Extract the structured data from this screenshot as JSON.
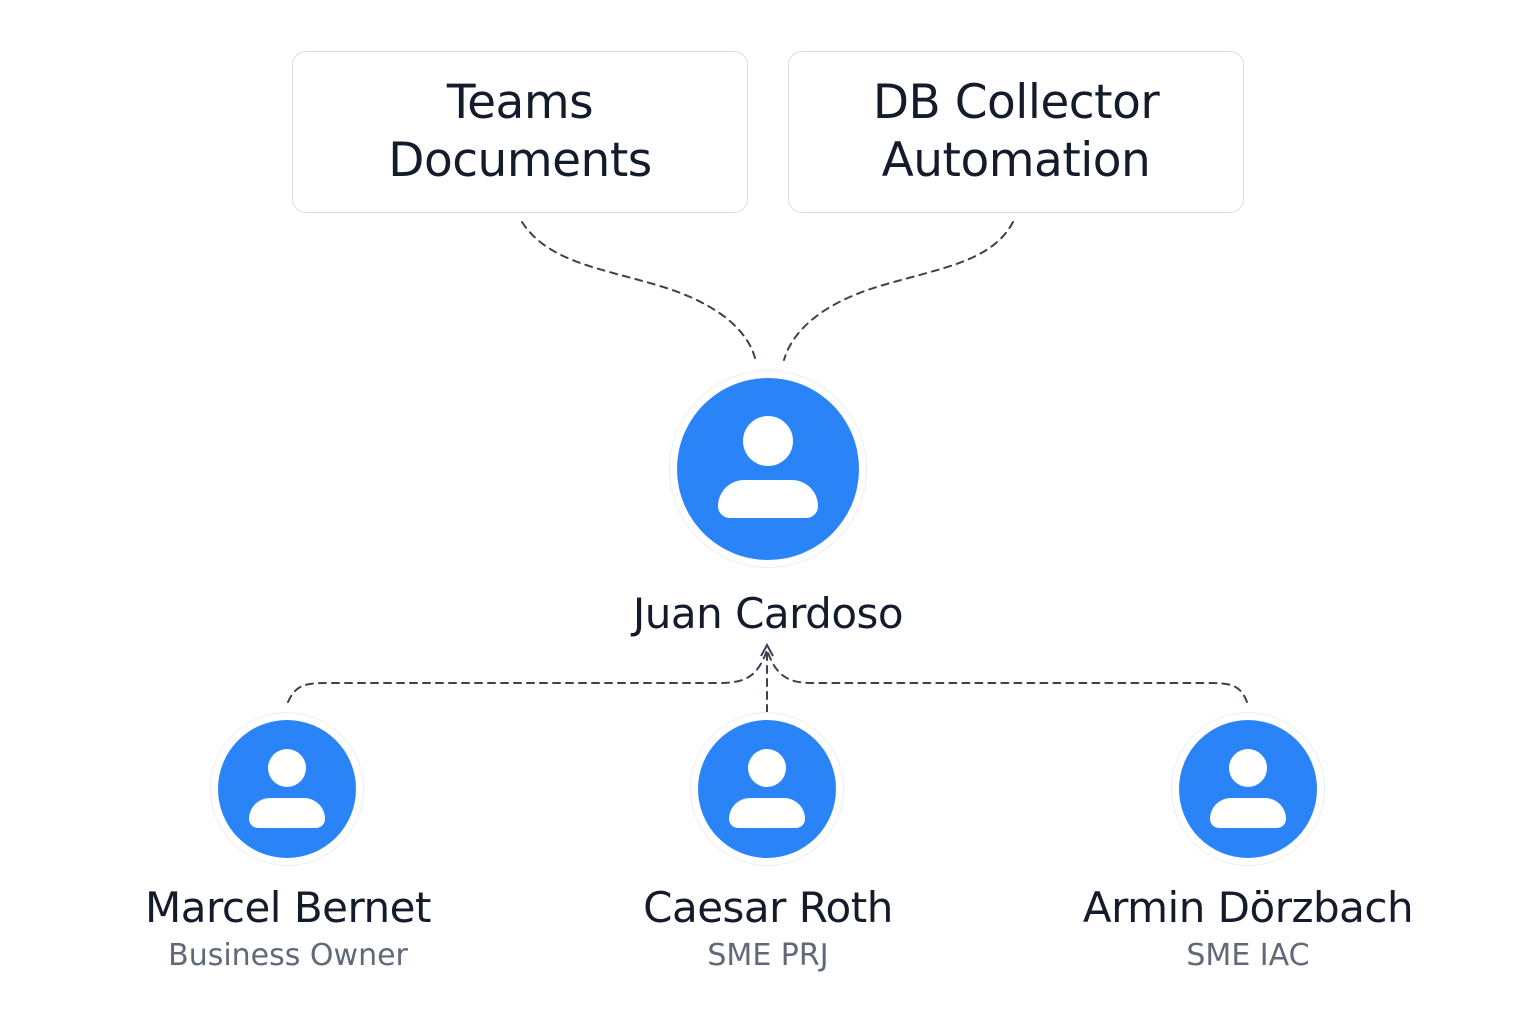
{
  "colors": {
    "avatar_fill": "#2b84f7",
    "connector": "#3a4150",
    "text": "#141c2b",
    "subtext": "#5f6978"
  },
  "boxes": [
    {
      "lines": [
        "Teams",
        "Documents"
      ]
    },
    {
      "lines": [
        "DB Collector",
        "Automation"
      ]
    }
  ],
  "root": {
    "name": "Juan Cardoso",
    "icon": "person-icon"
  },
  "members": [
    {
      "name": "Marcel Bernet",
      "role": "Business Owner",
      "icon": "person-icon"
    },
    {
      "name": "Caesar Roth",
      "role": "SME PRJ",
      "icon": "person-icon"
    },
    {
      "name": "Armin Dörzbach",
      "role": "SME IAC",
      "icon": "person-icon"
    }
  ]
}
